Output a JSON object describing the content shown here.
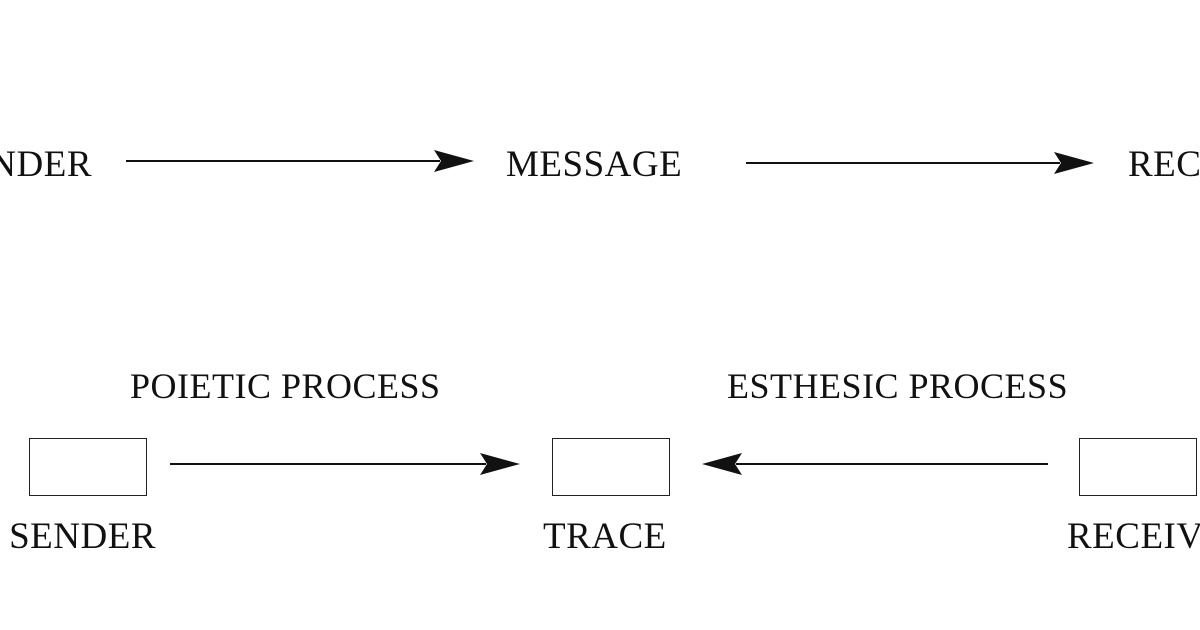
{
  "top_row": {
    "sender": "SENDER",
    "message": "MESSAGE",
    "receiver": "RECEIVER"
  },
  "bottom_row": {
    "poietic": "POIETIC PROCESS",
    "esthesic": "ESTHESIC PROCESS",
    "sender": "SENDER",
    "trace": "TRACE",
    "receiver": "RECEIVER"
  }
}
